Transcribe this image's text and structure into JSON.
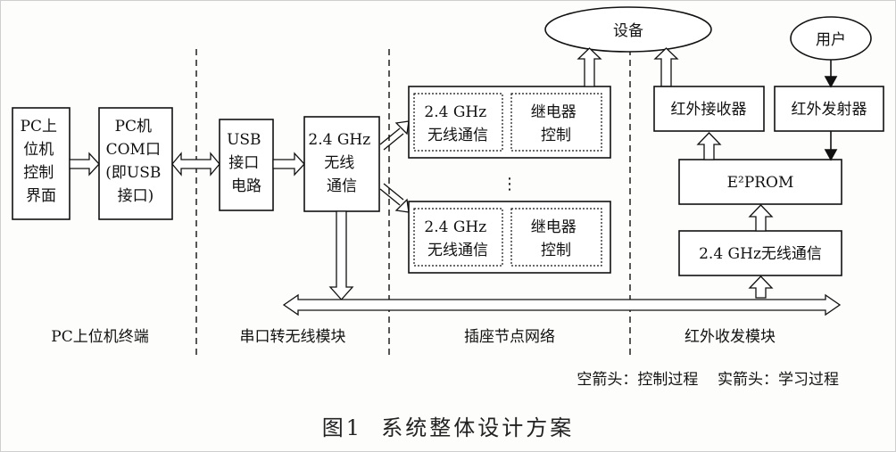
{
  "nodes": {
    "pc_ui": [
      "PC上",
      "位机",
      "控制",
      "界面"
    ],
    "pc_com": [
      "PC机",
      "COM口",
      "(即USB",
      "接口)"
    ],
    "usb_circuit": [
      "USB",
      "接口",
      "电路"
    ],
    "wireless_main": [
      "2.4 GHz",
      "无线",
      "通信"
    ],
    "socket_top_wireless": [
      "2.4 GHz",
      "无线通信"
    ],
    "socket_top_relay": [
      "继电器",
      "控制"
    ],
    "socket_bottom_wireless": [
      "2.4 GHz",
      "无线通信"
    ],
    "socket_bottom_relay": [
      "继电器",
      "控制"
    ],
    "device": "设备",
    "user": "用户",
    "ir_receiver": "红外接收器",
    "ir_transmitter": "红外发射器",
    "eeprom": "E²PROM",
    "ir_wireless": "2.4 GHz无线通信",
    "ellipsis": "⋮"
  },
  "sections": [
    "PC上位机终端",
    "串口转无线模块",
    "插座节点网络",
    "红外收发模块"
  ],
  "legend": "空箭头：控制过程    实箭头：学习过程",
  "caption": "图1  系统整体设计方案"
}
